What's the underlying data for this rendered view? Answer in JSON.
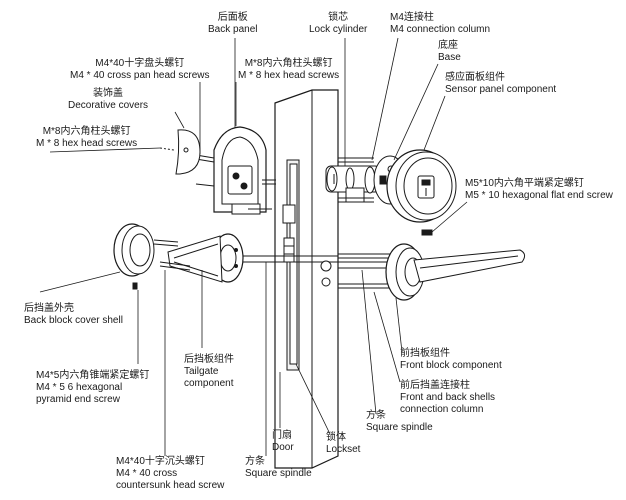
{
  "labels": {
    "back_panel": {
      "zh": "后面板",
      "en": "Back panel"
    },
    "lock_cylinder": {
      "zh": "锁芯",
      "en": "Lock cylinder"
    },
    "m4_connection_column": {
      "zh": "M4连接柱",
      "en": "M4 connection column"
    },
    "base": {
      "zh": "底座",
      "en": "Base"
    },
    "sensor_panel": {
      "zh": "感应面板组件",
      "en": "Sensor panel component"
    },
    "m4x40_pan_head": {
      "zh": "M4*40十字盘头螺钉",
      "en": "M4 * 40 cross pan head screws"
    },
    "m8_hex_head_top": {
      "zh": "M*8内六角柱头螺钉",
      "en": "M * 8 hex head screws"
    },
    "decorative_covers": {
      "zh": "装饰盖",
      "en": "Decorative covers"
    },
    "m8_hex_head_left": {
      "zh": "M*8内六角柱头螺钉",
      "en": "M * 8 hex head screws"
    },
    "m5x10_hex_flat": {
      "zh": "M5*10内六角平端紧定螺钉",
      "en": "M5 * 10 hexagonal flat end screw"
    },
    "back_block_cover": {
      "zh": "后挡盖外壳",
      "en": "Back block cover shell"
    },
    "tailgate": {
      "zh": "后挡板组件",
      "en1": "Tailgate",
      "en2": "component"
    },
    "m4x5_pyramid": {
      "zh": "M4*5内六角锥端紧定螺钉",
      "en1": "M4 * 5 6 hexagonal",
      "en2": "pyramid end screw"
    },
    "front_block": {
      "zh": "前挡板组件",
      "en": "Front block component"
    },
    "shell_connection": {
      "zh": "前后挡盖连接柱",
      "en1": "Front and back shells",
      "en2": "connection column"
    },
    "square_spindle_right": {
      "zh": "方条",
      "en": "Square spindle"
    },
    "door": {
      "zh": "门扇",
      "en": "Door"
    },
    "lockset": {
      "zh": "锁体",
      "en": "Lockset"
    },
    "m4x40_countersunk": {
      "zh": "M4*40十字沉头螺钉",
      "en1": "M4 * 40 cross",
      "en2": "countersunk head screw"
    },
    "square_spindle_left": {
      "zh": "方条",
      "en": "Square spindle"
    }
  }
}
